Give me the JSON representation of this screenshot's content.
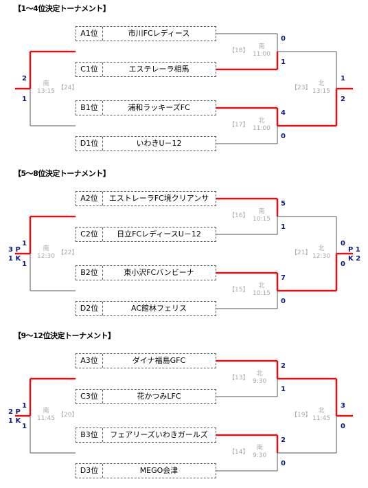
{
  "sections": [
    {
      "title": "【1～4位決定トーナメント】",
      "teams": [
        {
          "seed": "A1位",
          "name": "市川FCレディース"
        },
        {
          "seed": "C1位",
          "name": "エステレーラ相馬"
        },
        {
          "seed": "B1位",
          "name": "浦和ラッキーズFC"
        },
        {
          "seed": "D1位",
          "name": "いわきU－12"
        }
      ],
      "m_top": {
        "num": "【18】",
        "court": "南",
        "time": "11:00"
      },
      "m_bot": {
        "num": "【17】",
        "court": "北",
        "time": "11:00"
      },
      "m_left": {
        "num": "【24】",
        "court": "南",
        "time": "13:15"
      },
      "m_right": {
        "num": "【23】",
        "court": "北",
        "time": "13:15"
      },
      "s_top": [
        "0",
        "1"
      ],
      "s_bot": [
        "4",
        "0"
      ],
      "s_left": [
        "2",
        "1"
      ],
      "s_right": [
        "1",
        "2"
      ],
      "pk_left": null,
      "pk_right": null
    },
    {
      "title": "【5～8位決定トーナメント】",
      "teams": [
        {
          "seed": "A2位",
          "name": "エストレーラFC境クリアンサ"
        },
        {
          "seed": "C2位",
          "name": "日立FCレディースU－12"
        },
        {
          "seed": "B2位",
          "name": "東小沢FCバンビーナ"
        },
        {
          "seed": "D2位",
          "name": "AC館林フェリス"
        }
      ],
      "m_top": {
        "num": "【16】",
        "court": "南",
        "time": "10:15"
      },
      "m_bot": {
        "num": "【15】",
        "court": "北",
        "time": "10:15"
      },
      "m_left": {
        "num": "【22】",
        "court": "南",
        "time": "12:30"
      },
      "m_right": {
        "num": "【21】",
        "court": "北",
        "time": "12:30"
      },
      "s_top": [
        "5",
        "1"
      ],
      "s_bot": [
        "7",
        "0"
      ],
      "s_left": [
        "1",
        "1"
      ],
      "s_right": [
        "0",
        "0"
      ],
      "pk_left": {
        "top": "3 P",
        "bottom": "1 K"
      },
      "pk_right": {
        "top": "P 1",
        "bottom": "K 2"
      }
    },
    {
      "title": "【9～12位決定トーナメント】",
      "teams": [
        {
          "seed": "A3位",
          "name": "ダイナ福島GFC"
        },
        {
          "seed": "C3位",
          "name": "花かつみLFC"
        },
        {
          "seed": "B3位",
          "name": "フェアリーズいわきガールズ"
        },
        {
          "seed": "D3位",
          "name": "MEGO会津"
        }
      ],
      "m_top": {
        "num": "【13】",
        "court": "北",
        "time": "9:30"
      },
      "m_bot": {
        "num": "【14】",
        "court": "南",
        "time": "9:30"
      },
      "m_left": {
        "num": "【20】",
        "court": "南",
        "time": "11:45"
      },
      "m_right": {
        "num": "【19】",
        "court": "北",
        "time": "11:45"
      },
      "s_top": [
        "2",
        "1"
      ],
      "s_bot": [
        "2",
        "0"
      ],
      "s_left": [
        "1",
        "1"
      ],
      "s_right": [
        "3",
        "0"
      ],
      "pk_left": {
        "top": "2 P",
        "bottom": "1 K"
      },
      "pk_right": null
    }
  ],
  "line_colors": {
    "winner": "#e01010",
    "loser": "#555555"
  },
  "winners": [
    {
      "top": 1,
      "bot": 0,
      "left": 0,
      "right": 1,
      "final_side": "right"
    },
    {
      "top": 0,
      "bot": 0,
      "left": 0,
      "right": 1,
      "final_side": "right"
    },
    {
      "top": 0,
      "bot": 0,
      "left": 0,
      "right": 0,
      "final_side": "right"
    }
  ]
}
